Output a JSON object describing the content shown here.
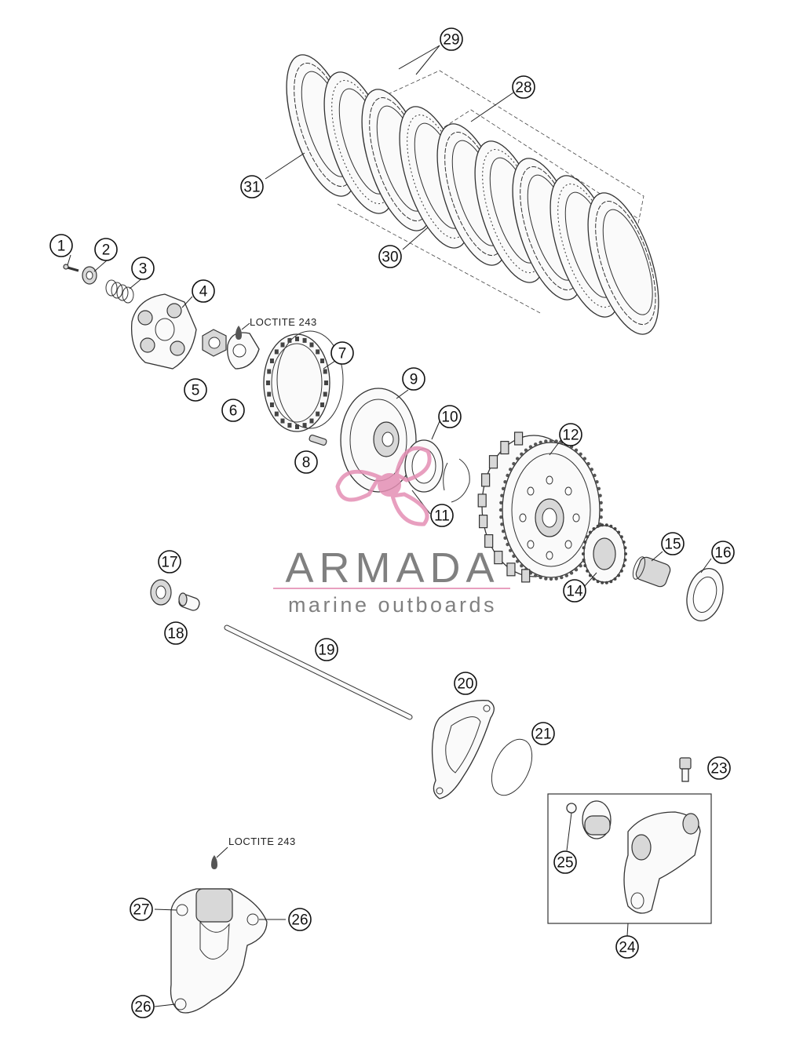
{
  "callouts": [
    "1",
    "2",
    "3",
    "4",
    "5",
    "6",
    "7",
    "8",
    "9",
    "10",
    "11",
    "12",
    "14",
    "15",
    "16",
    "17",
    "18",
    "19",
    "20",
    "21",
    "23",
    "24",
    "25",
    "26",
    "26",
    "27",
    "28",
    "29",
    "30",
    "31"
  ],
  "loctite_labels": [
    "LOCTITE 243",
    "LOCTITE 243"
  ],
  "watermark": {
    "brand": "ARMADA",
    "subtitle": "marine outboards",
    "brand_color": "#6b6b6b",
    "accent_color": "#e48fb4"
  }
}
